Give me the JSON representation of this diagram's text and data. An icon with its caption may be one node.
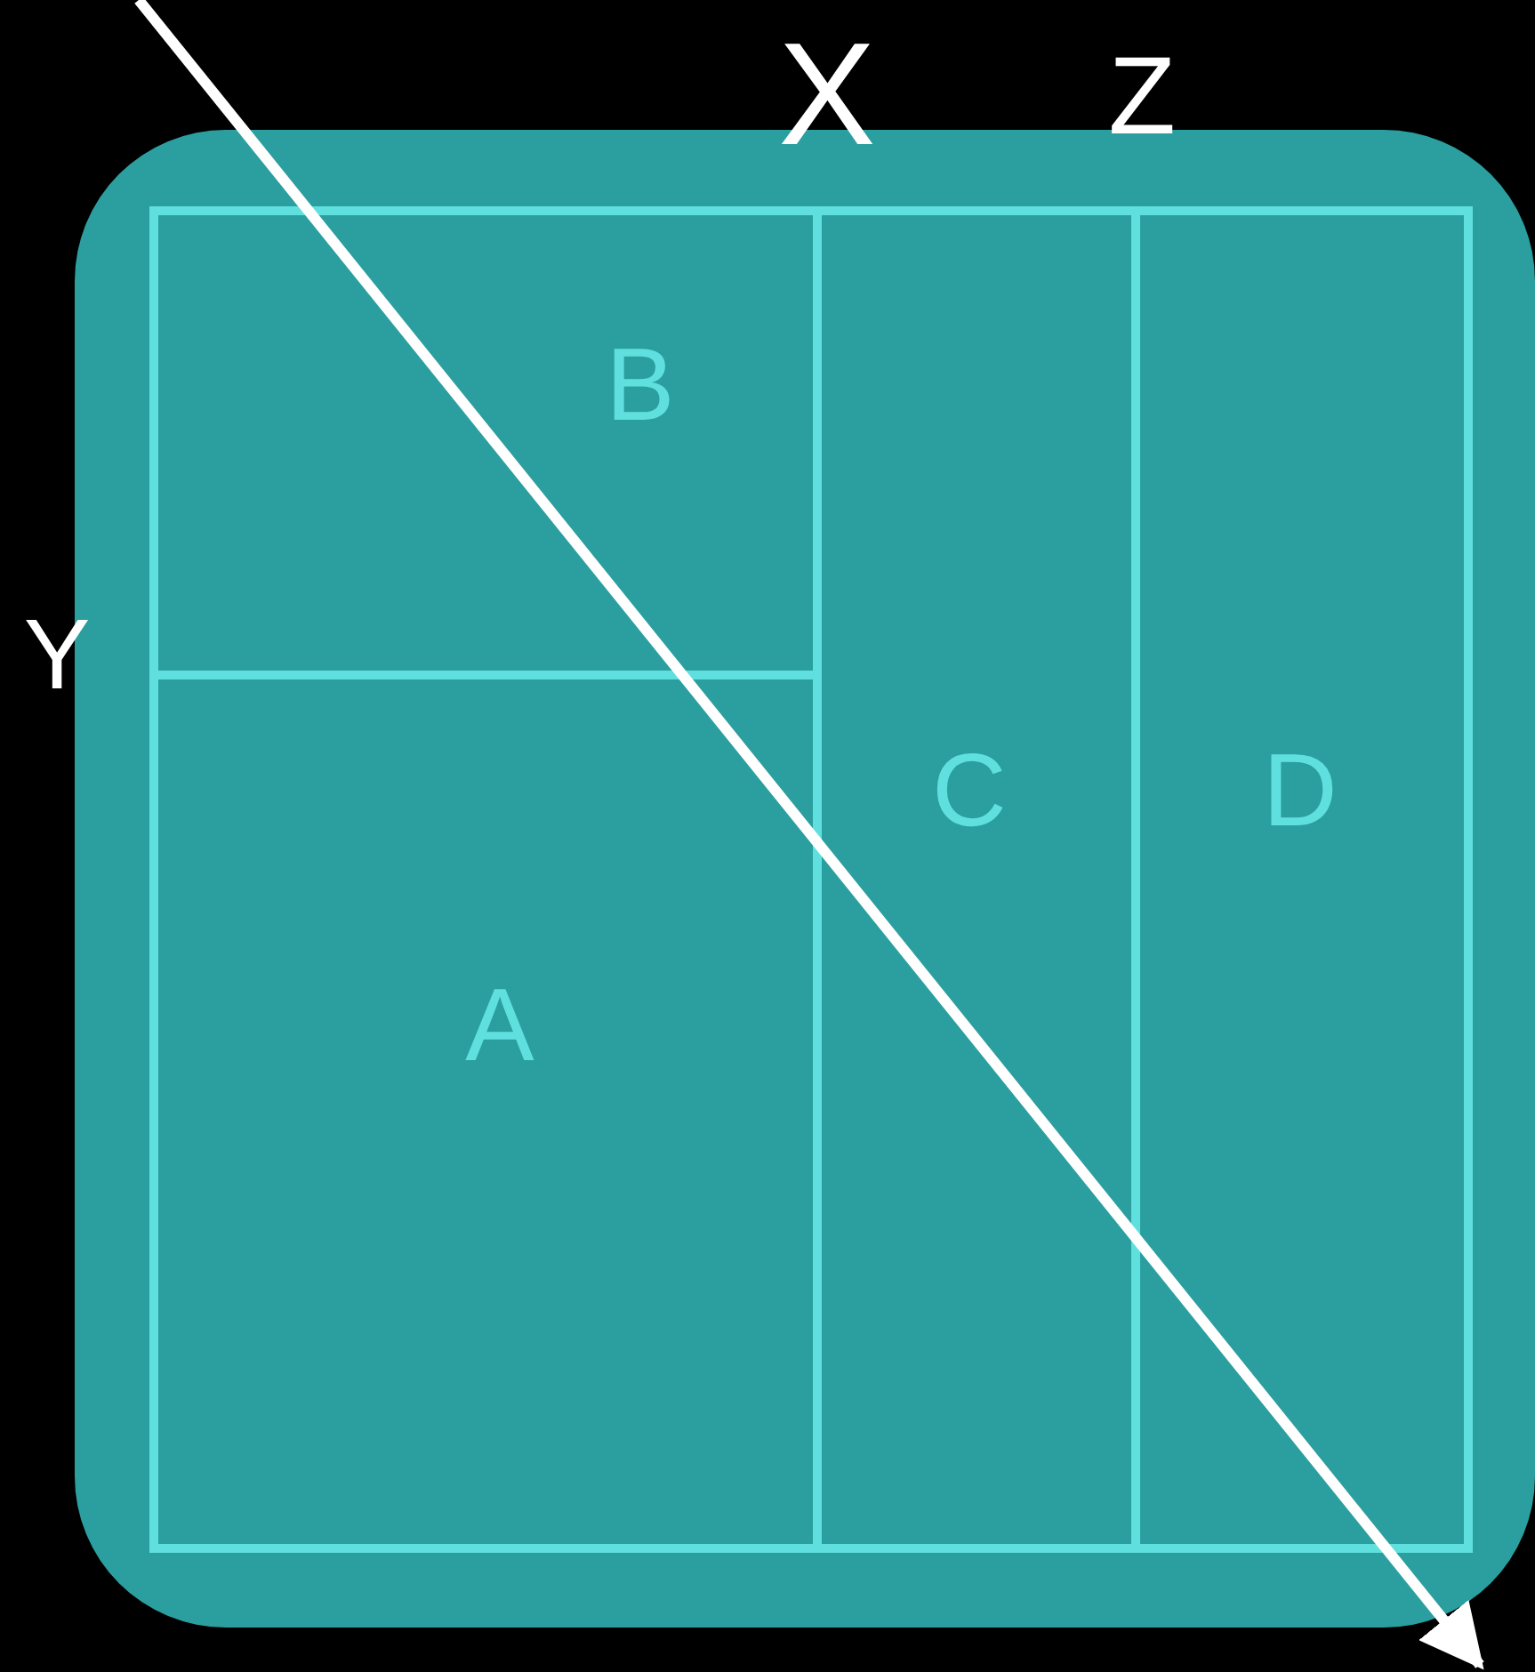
{
  "diagram": {
    "nodes": [
      {
        "text": [
          "B"
        ]
      },
      {
        "text": [
          "A"
        ]
      },
      {
        "text": [
          "C"
        ]
      },
      {
        "text": [
          "D"
        ]
      }
    ],
    "labels": [
      "X",
      "Z",
      "Y"
    ]
  }
}
